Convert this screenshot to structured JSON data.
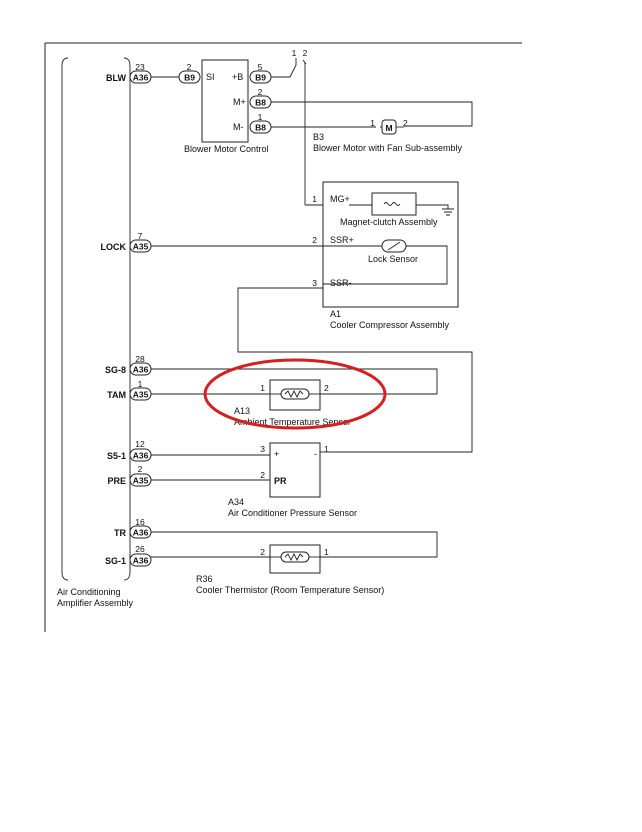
{
  "amplifier": {
    "name_line1": "Air Conditioning",
    "name_line2": "Amplifier Assembly"
  },
  "terminals": [
    {
      "id": "blw",
      "label": "BLW",
      "pin": "23",
      "connector": "A36"
    },
    {
      "id": "lock",
      "label": "LOCK",
      "pin": "7",
      "connector": "A35"
    },
    {
      "id": "sg8",
      "label": "SG-8",
      "pin": "28",
      "connector": "A36"
    },
    {
      "id": "tam",
      "label": "TAM",
      "pin": "1",
      "connector": "A35"
    },
    {
      "id": "s51",
      "label": "S5-1",
      "pin": "12",
      "connector": "A36"
    },
    {
      "id": "pre",
      "label": "PRE",
      "pin": "2",
      "connector": "A35"
    },
    {
      "id": "tr",
      "label": "TR",
      "pin": "16",
      "connector": "A36"
    },
    {
      "id": "sg1",
      "label": "SG-1",
      "pin": "26",
      "connector": "A36"
    }
  ],
  "blower_control": {
    "caption": "Blower Motor Control",
    "si_label": "SI",
    "si_pin": "2",
    "si_connector": "B9",
    "pb_label": "+B",
    "pb_pin": "5",
    "pb_connector": "B9",
    "mp_label": "M+",
    "mp_pin": "2",
    "mp_connector": "B8",
    "mm_label": "M-",
    "mm_pin": "1",
    "mm_connector": "B8",
    "supply_1": "1",
    "supply_2": "2"
  },
  "blower_motor": {
    "code": "B3",
    "caption": "Blower Motor with Fan Sub-assembly",
    "pin1": "1",
    "pin2": "2",
    "symbol": "M"
  },
  "compressor": {
    "code": "A1",
    "caption": "Cooler Compressor Assembly",
    "mg_pin": "1",
    "mg_label": "MG+",
    "ssrp_pin": "2",
    "ssrp_label": "SSR+",
    "ssrm_pin": "3",
    "ssrm_label": "SSR-",
    "clutch_caption": "Magnet-clutch Assembly",
    "lock_caption": "Lock Sensor"
  },
  "ambient_sensor": {
    "code": "A13",
    "caption": "Ambient Temperature Sensor",
    "pin1": "1",
    "pin2": "2"
  },
  "pressure_sensor": {
    "code": "A34",
    "caption": "Air Conditioner Pressure Sensor",
    "pin3": "3",
    "pin1": "1",
    "pin2": "2",
    "plus": "+",
    "minus": "-",
    "label": "PR"
  },
  "thermistor": {
    "code": "R36",
    "caption": "Cooler Thermistor (Room Temperature Sensor)",
    "pin2": "2",
    "pin1": "1"
  },
  "colors": {
    "highlight": "#d42020",
    "line": "#222222"
  }
}
